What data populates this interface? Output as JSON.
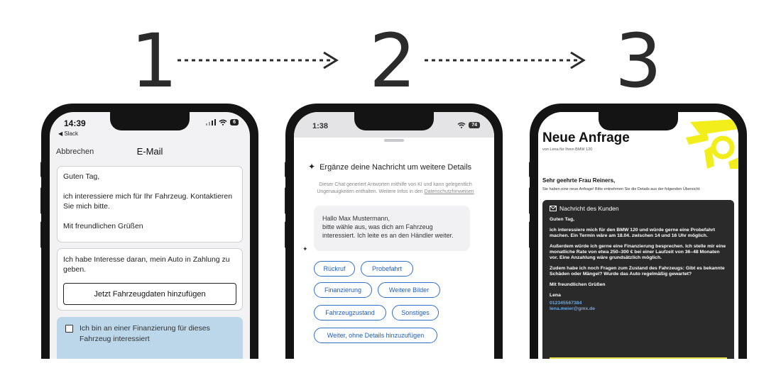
{
  "steps": [
    "1",
    "2",
    "3"
  ],
  "phone1": {
    "time": "14:39",
    "back_app": "◀ Slack",
    "battery": "6",
    "nav_cancel": "Abbrechen",
    "nav_title": "E-Mail",
    "message_lines": [
      "Guten Tag,",
      "ich interessiere mich für Ihr Fahrzeug. Kontaktieren Sie mich bitte.",
      "Mit freundlichen Grüßen"
    ],
    "trade_in_text": "Ich habe Interesse daran, mein Auto in Zahlung zu geben.",
    "trade_in_button": "Jetzt Fahrzeugdaten hinzufügen",
    "financing_checkbox": "Ich bin an einer Finanzierung für dieses Fahrzeug interessiert"
  },
  "phone2": {
    "time": "1:38",
    "battery": "74",
    "heading": "Ergänze deine Nachricht um weitere Details",
    "disclaimer": "Dieser Chat generiert Antworten mithilfe von KI und kann gelegentlich Ungenauigkeiten enthalten. Weitere Infos in den",
    "disclaimer_link": "Datenschutzhinweisen",
    "bubble_lines": [
      "Hallo Max Mustermann,",
      "bitte wähle aus, was dich am Fahrzeug interessiert. Ich leite es an den Händler weiter."
    ],
    "chips": [
      "Rückruf",
      "Probefahrt",
      "Finanzierung",
      "Weitere Bilder",
      "Fahrzeugzustand",
      "Sonstiges",
      "Weiter, ohne Details hinzuzufügen"
    ],
    "accent": "#2f6fc4"
  },
  "phone3": {
    "title": "Neue Anfrage",
    "subtitle": "von Lena für Ihren BMW 120",
    "greeting": "Sehr geehrte Frau Reiners,",
    "greeting_sub": "Sie haben eine neue Anfrage! Bitte entnehmen Sie die Details aus der folgenden Übersicht:",
    "box_title": "Nachricht des Kunden",
    "paragraphs": [
      "Guten Tag,",
      "ich interessiere mich für den BMW 120 und würde gerne eine Probefahrt machen. Ein Termin wäre am 18.04. zwischen 14 und 16 Uhr möglich.",
      "Außerdem würde ich gerne eine Finanzierung besprechen. Ich stelle mir eine monatliche Rate von etwa 250–300 € bei einer Laufzeit von 36–48 Monaten vor. Eine Anzahlung wäre grundsätzlich möglich.",
      "Zudem habe ich noch Fragen zum Zustand des Fahrzeugs: Gibt es bekannte Schäden oder Mängel? Wurde das Auto regelmäßig gewartet?",
      "Mit freundlichen Grüßen"
    ],
    "signature_name": "Lena",
    "phone": "012345567384",
    "email": "lena.meier@gmx.de",
    "accent": "#f2ee1c"
  }
}
